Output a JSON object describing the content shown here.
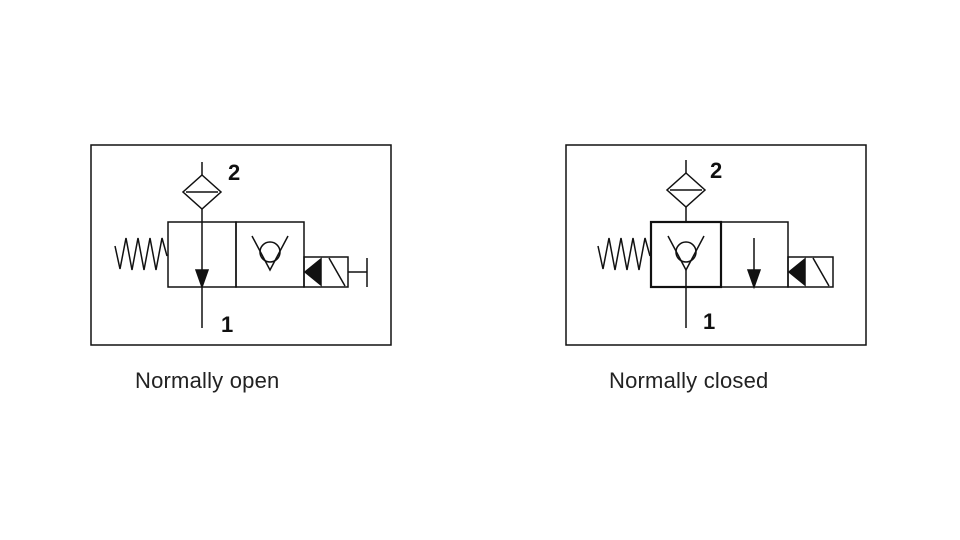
{
  "diagrams": [
    {
      "id": "normally-open",
      "caption": "Normally open",
      "port_top": "2",
      "port_bottom": "1"
    },
    {
      "id": "normally-closed",
      "caption": "Normally closed",
      "port_top": "2",
      "port_bottom": "1"
    }
  ],
  "colors": {
    "line": "#111111",
    "background": "#ffffff"
  }
}
